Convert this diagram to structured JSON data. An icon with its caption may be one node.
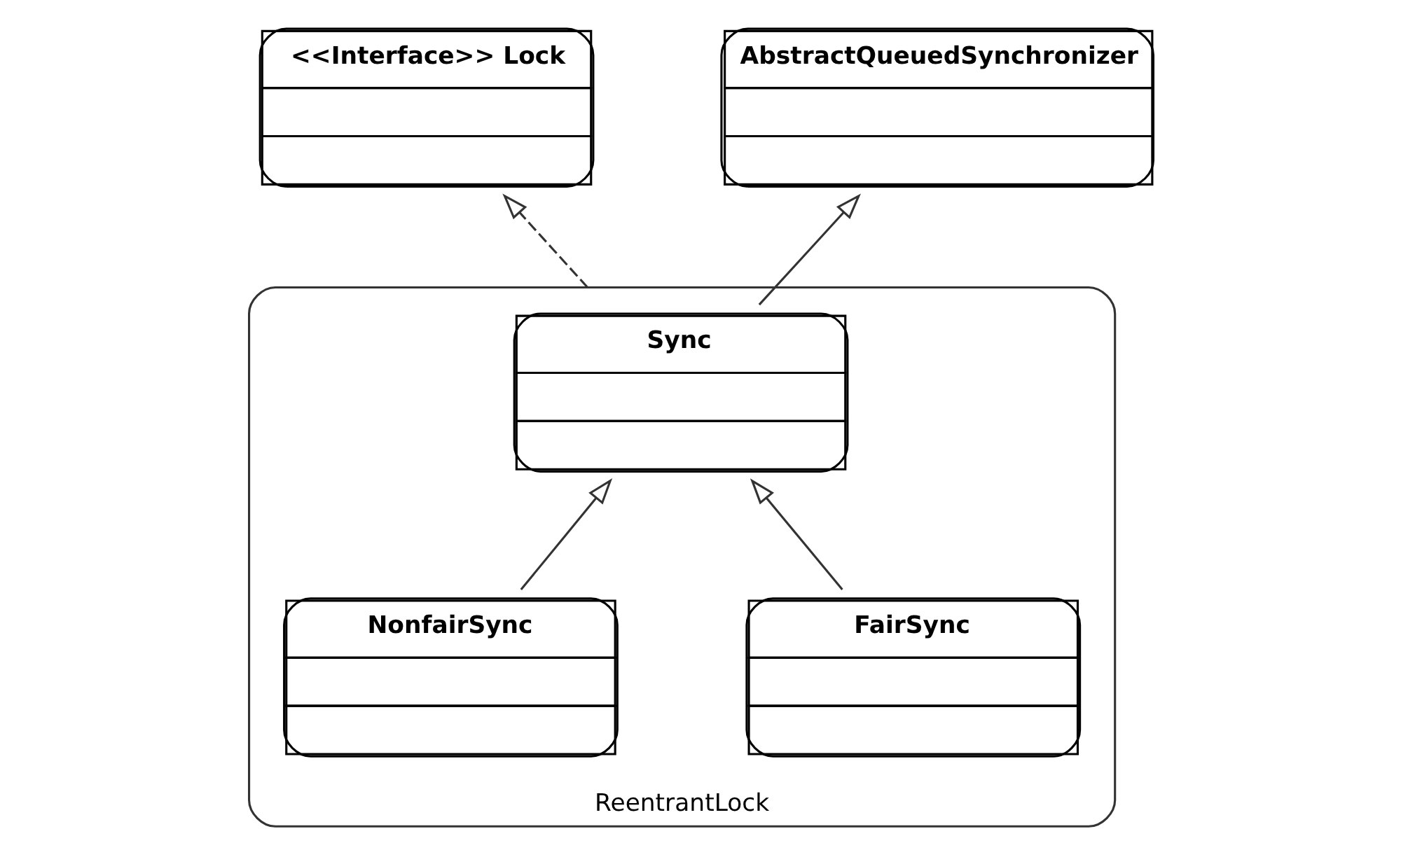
{
  "diagram": {
    "nodes": [
      {
        "text": [
          "<<Interface>> Lock"
        ]
      },
      {
        "text": [
          "AbstractQueuedSynchronizer"
        ]
      },
      {
        "text": [
          "ReentrantLock"
        ]
      },
      {
        "text": [
          "Sync"
        ],
        "in": 2
      },
      {
        "text": [
          "FairSync"
        ],
        "in": 2
      },
      {
        "text": [
          "NonfairSync"
        ],
        "in": 2
      }
    ],
    "edges": [
      {
        "from": 2,
        "to": 0,
        "arrow": "to",
        "style": "dashed"
      },
      {
        "from": 3,
        "to": 1,
        "arrow": "to"
      },
      {
        "from": 4,
        "to": 3,
        "arrow": "to"
      },
      {
        "from": 5,
        "to": 3,
        "arrow": "to"
      }
    ]
  }
}
